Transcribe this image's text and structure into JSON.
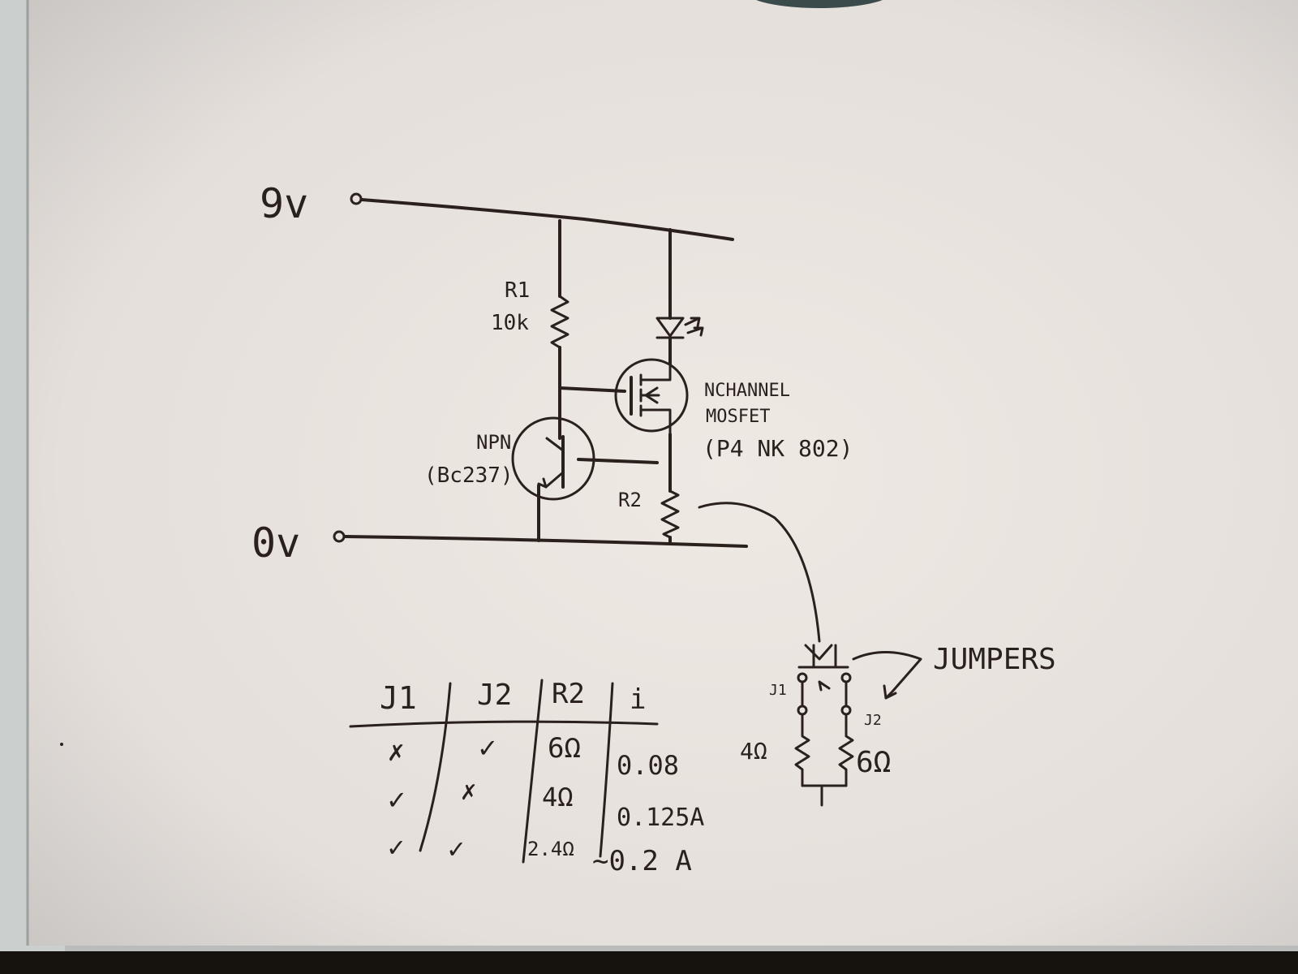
{
  "supply": {
    "top_label": "9v",
    "bottom_label": "0v"
  },
  "components": {
    "r1": {
      "name": "R1",
      "value": "10k"
    },
    "npn": {
      "type": "NPN",
      "part": "(Bc237)"
    },
    "mosfet": {
      "line1": "NCHANNEL",
      "line2": "MOSFET",
      "line3": "(P4 NK 802)"
    },
    "r2": {
      "name": "R2"
    }
  },
  "jumpers": {
    "title": "JUMPERS",
    "j1": "J1",
    "j2": "J2",
    "left_resistor": "4Ω",
    "right_resistor": "6Ω"
  },
  "table": {
    "headers": [
      "J1",
      "J2",
      "R2",
      "i"
    ],
    "rows": [
      [
        "✗",
        "✓",
        "6Ω",
        "0.08"
      ],
      [
        "✓",
        "✗",
        "4Ω",
        "0.125A"
      ],
      [
        "✓",
        "✓",
        "2.4Ω",
        "~0.2 A"
      ]
    ]
  },
  "colors": {
    "paper": "#ece6e1",
    "ink": "#2a211d"
  }
}
